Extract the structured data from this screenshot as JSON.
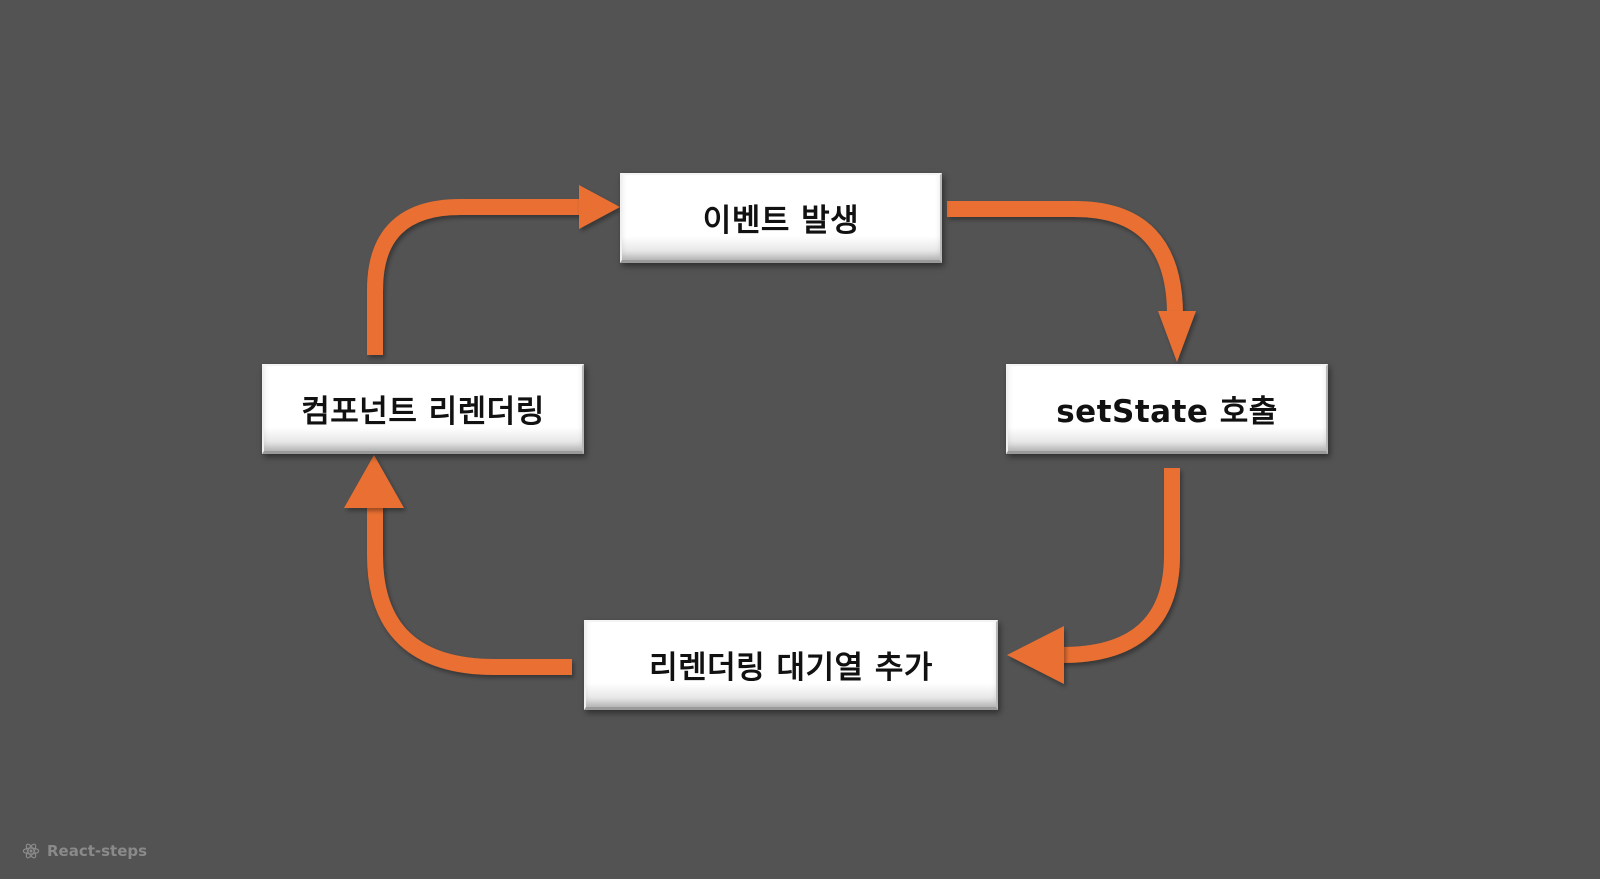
{
  "diagram": {
    "steps": [
      {
        "id": "event",
        "label": "이벤트 발생"
      },
      {
        "id": "setstate",
        "label": "setState 호출"
      },
      {
        "id": "queue",
        "label": "리렌더링 대기열 추가"
      },
      {
        "id": "render",
        "label": "컴포넌트 리렌더링"
      }
    ],
    "arrow_color": "#E96F30",
    "background_color": "#535353"
  },
  "footer": {
    "brand_label": "React-steps",
    "icon": "react-atom-icon"
  }
}
